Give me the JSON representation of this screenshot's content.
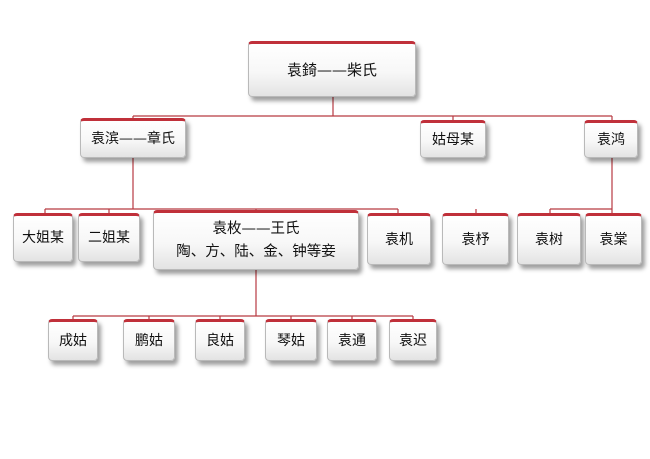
{
  "colors": {
    "connector": "#b73a42",
    "accent": "#c0303a"
  },
  "root": {
    "label": "袁錡——柴氏"
  },
  "generation2": [
    {
      "id": "yuanbin",
      "label": "袁滨——章氏"
    },
    {
      "id": "gumu",
      "label": "姑母某"
    },
    {
      "id": "yuanhong",
      "label": "袁鸿"
    }
  ],
  "generation3": [
    {
      "id": "dajie",
      "label": "大姐某"
    },
    {
      "id": "erjie",
      "label": "二姐某"
    },
    {
      "id": "yuanmei",
      "label": "袁枚——王氏",
      "label2": "陶、方、陆、金、钟等妾"
    },
    {
      "id": "yuanji",
      "label": "袁机"
    },
    {
      "id": "yuanzhu",
      "label": "袁杼"
    },
    {
      "id": "yuanshu",
      "label": "袁树"
    },
    {
      "id": "yuantang",
      "label": "袁棠"
    }
  ],
  "generation4": [
    {
      "id": "chenggu",
      "label": "成姑"
    },
    {
      "id": "penggu",
      "label": "鹏姑"
    },
    {
      "id": "lianggu",
      "label": "良姑"
    },
    {
      "id": "qingu",
      "label": "琴姑"
    },
    {
      "id": "yuantong",
      "label": "袁通"
    },
    {
      "id": "yuanchi",
      "label": "袁迟"
    }
  ]
}
